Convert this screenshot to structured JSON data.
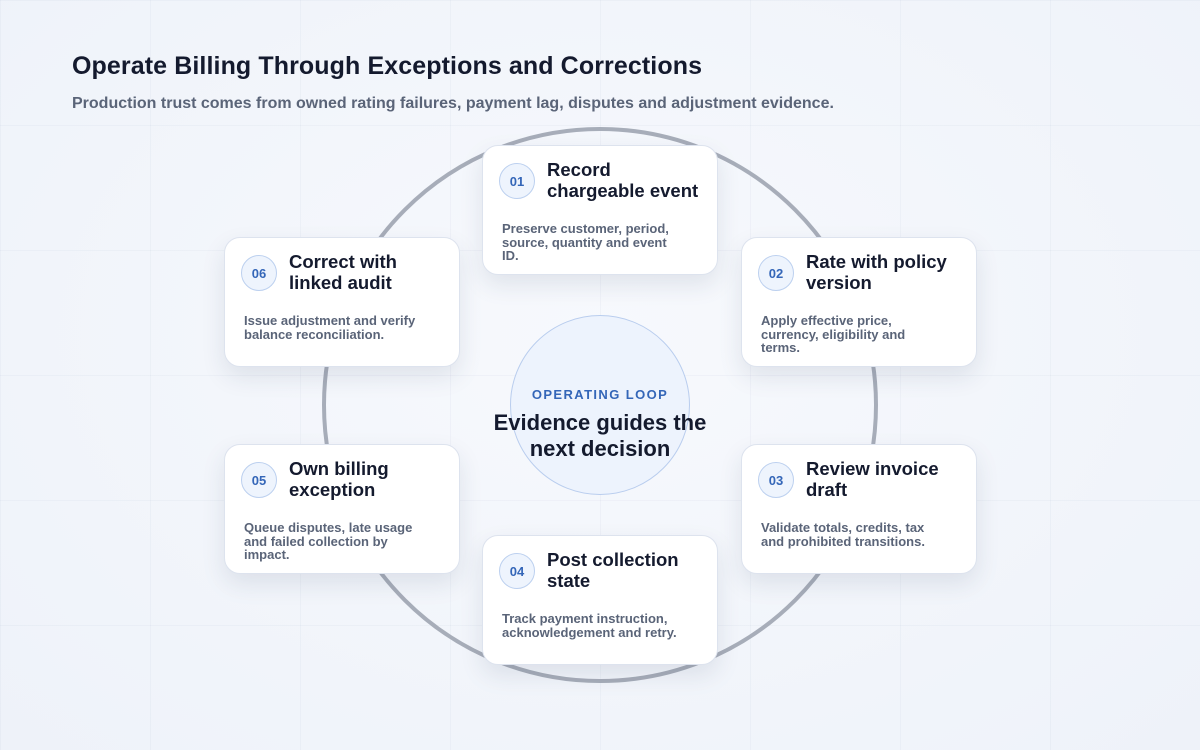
{
  "header": {
    "title": "Operate Billing Through Exceptions and Corrections",
    "subtitle": "Production trust comes from owned rating failures, payment lag, disputes and adjustment evidence."
  },
  "center": {
    "kicker": "OPERATING LOOP",
    "text": "Evidence guides the next decision"
  },
  "steps": [
    {
      "number": "01",
      "title": "Record chargeable event",
      "description": "Preserve customer, period, source, quantity and event ID."
    },
    {
      "number": "02",
      "title": "Rate with policy version",
      "description": "Apply effective price, currency, eligibility and terms."
    },
    {
      "number": "03",
      "title": "Review invoice draft",
      "description": "Validate totals, credits, tax and prohibited transitions."
    },
    {
      "number": "04",
      "title": "Post collection state",
      "description": "Track payment instruction, acknowledgement and retry."
    },
    {
      "number": "05",
      "title": "Own billing exception",
      "description": "Queue disputes, late usage and failed collection by impact."
    },
    {
      "number": "06",
      "title": "Correct with linked audit",
      "description": "Issue adjustment and verify balance reconciliation."
    }
  ],
  "colors": {
    "ring": "#a7adb9",
    "accent": "#3466b8",
    "title": "#141a2e",
    "muted": "#5a6478"
  }
}
